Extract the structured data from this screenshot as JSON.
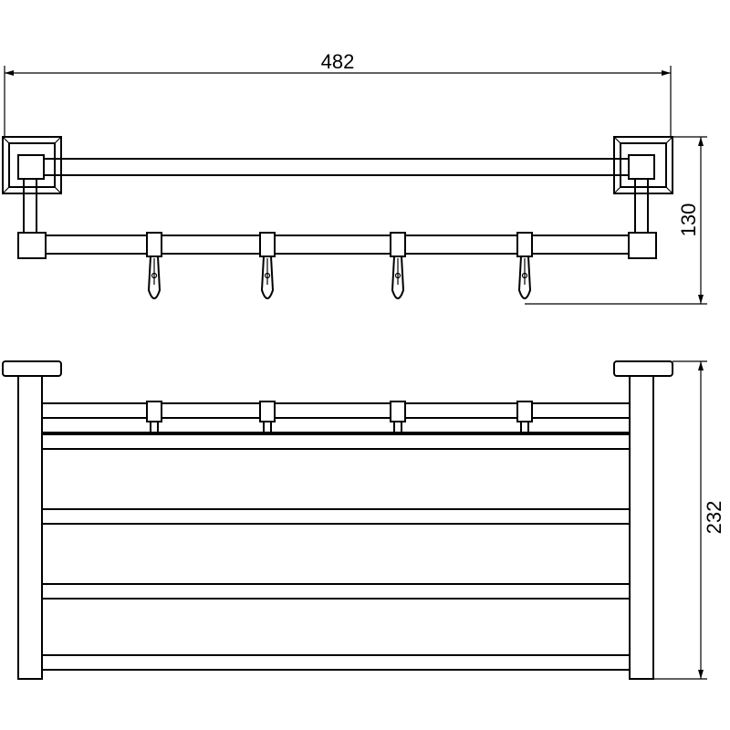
{
  "dimensions": {
    "width": "482",
    "top_height": "130",
    "front_height": "232"
  },
  "hooks": {
    "count": 4
  },
  "towel_bars": {
    "count": 4
  }
}
